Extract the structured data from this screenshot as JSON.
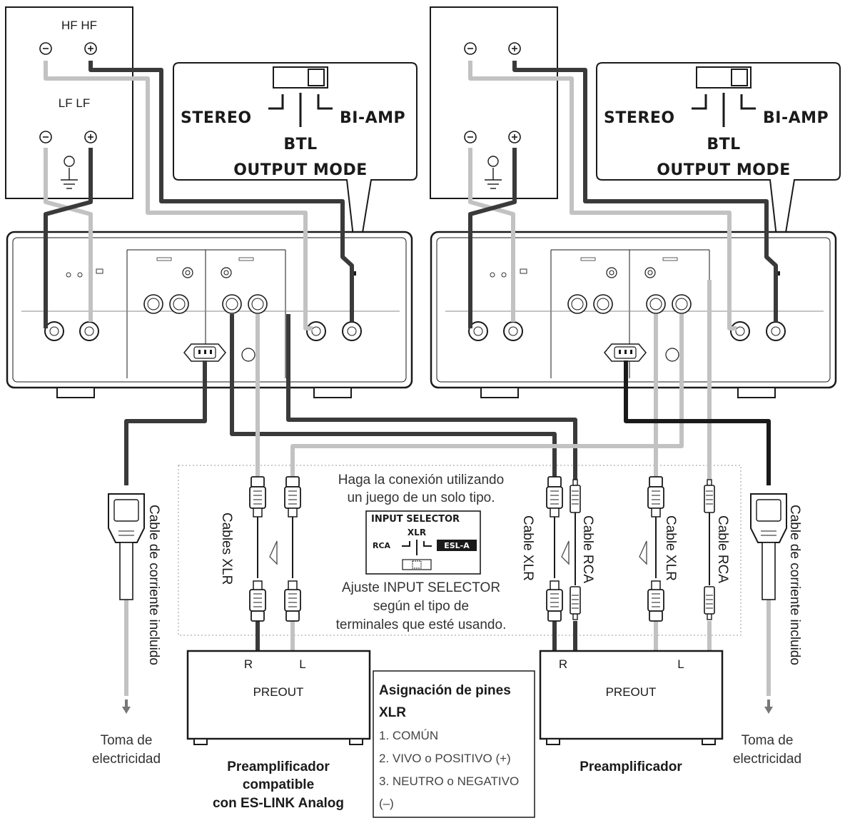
{
  "speakers": {
    "left": {
      "hf_label": "HF HF",
      "lf_label": "LF LF"
    },
    "right": {
      "hf_label": "",
      "lf_label": ""
    }
  },
  "output_mode": {
    "stereo": "STEREO",
    "bi_amp": "BI-AMP",
    "btl": "BTL",
    "title": "OUTPUT MODE"
  },
  "center_note": {
    "line1": "Haga la conexión utilizando",
    "line2": "un juego de un solo tipo.",
    "bottom1": "Ajuste INPUT SELECTOR",
    "bottom2": "según el tipo de",
    "bottom3": "terminales que esté usando."
  },
  "input_selector": {
    "title": "INPUT SELECTOR",
    "xlr": "XLR",
    "rca": "RCA",
    "esl": "ESL-A"
  },
  "cables": {
    "xlr_plural": "Cables XLR",
    "xlr": "Cable XLR",
    "rca": "Cable RCA",
    "power": "Cable de corriente incluido"
  },
  "outlet": {
    "line1": "Toma de",
    "line2": "electricidad"
  },
  "preamps": {
    "left": {
      "r": "R",
      "l": "L",
      "label": "PREOUT",
      "caption1": "Preamplificador",
      "caption2": "compatible",
      "caption3": "con ES-LINK Analog"
    },
    "right": {
      "r": "R",
      "l": "L",
      "label": "PREOUT",
      "caption1": "Preamplificador"
    }
  },
  "pin_assignment": {
    "title1": "Asignación de pines",
    "title2": "XLR",
    "items": [
      "1. COMÚN",
      "2. VIVO o POSITIVO (+)",
      "3. NEUTRO o NEGATIVO",
      "(–)"
    ]
  },
  "colors": {
    "dark_cable": "#3a3a3a",
    "light_cable": "#c2c2c2",
    "outline": "#1a1a1a"
  }
}
